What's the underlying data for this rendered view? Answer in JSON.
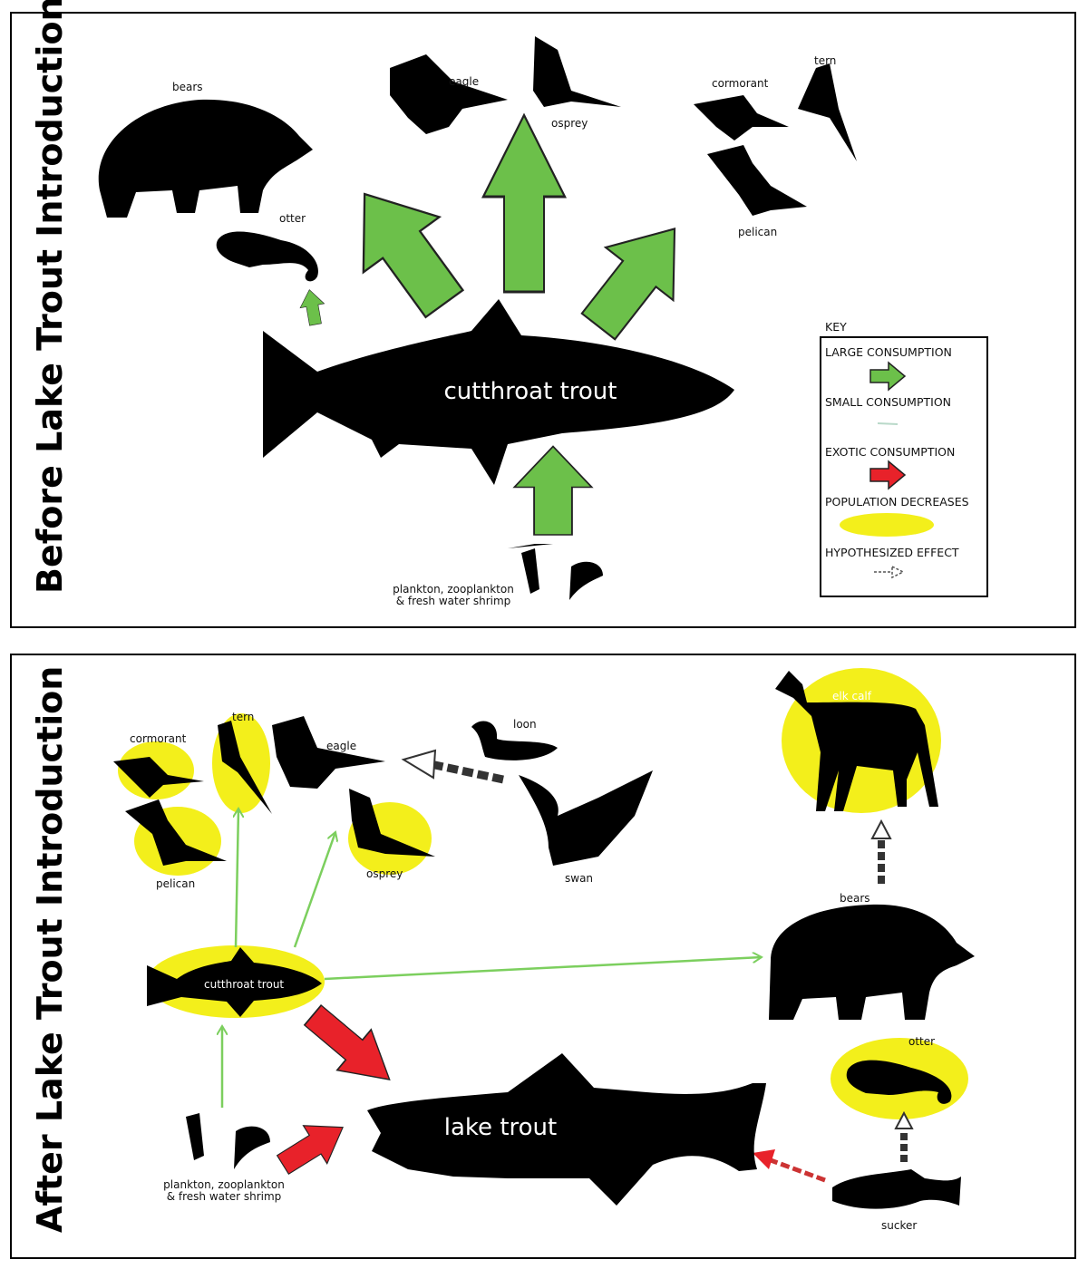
{
  "colors": {
    "large_consumption": "#6cc04a",
    "small_consumption": "#7ccf5e",
    "exotic_consumption": "#e8222a",
    "population_decrease": "#f3ef1b",
    "hypothesized": "#ffffff"
  },
  "before": {
    "title": "Before Lake Trout Introduction",
    "center": "cutthroat trout",
    "labels": {
      "bears": "bears",
      "otter": "otter",
      "eagle": "eagle",
      "osprey": "osprey",
      "cormorant": "cormorant",
      "tern": "tern",
      "pelican": "pelican",
      "plankton_line1": "plankton, zooplankton",
      "plankton_line2": "& fresh water shrimp"
    },
    "key": {
      "title": "KEY",
      "items": [
        "LARGE CONSUMPTION",
        "SMALL CONSUMPTION",
        "EXOTIC CONSUMPTION",
        "POPULATION DECREASES",
        "HYPOTHESIZED EFFECT"
      ]
    }
  },
  "after": {
    "title": "After Lake Trout Introduction",
    "labels": {
      "cormorant": "cormorant",
      "tern": "tern",
      "eagle": "eagle",
      "loon": "loon",
      "pelican": "pelican",
      "osprey": "osprey",
      "swan": "swan",
      "elk_calf": "elk calf",
      "bears": "bears",
      "cutthroat": "cutthroat trout",
      "lake_trout": "lake trout",
      "otter": "otter",
      "sucker": "sucker",
      "plankton_line1": "plankton, zooplankton",
      "plankton_line2": "& fresh water shrimp"
    }
  }
}
